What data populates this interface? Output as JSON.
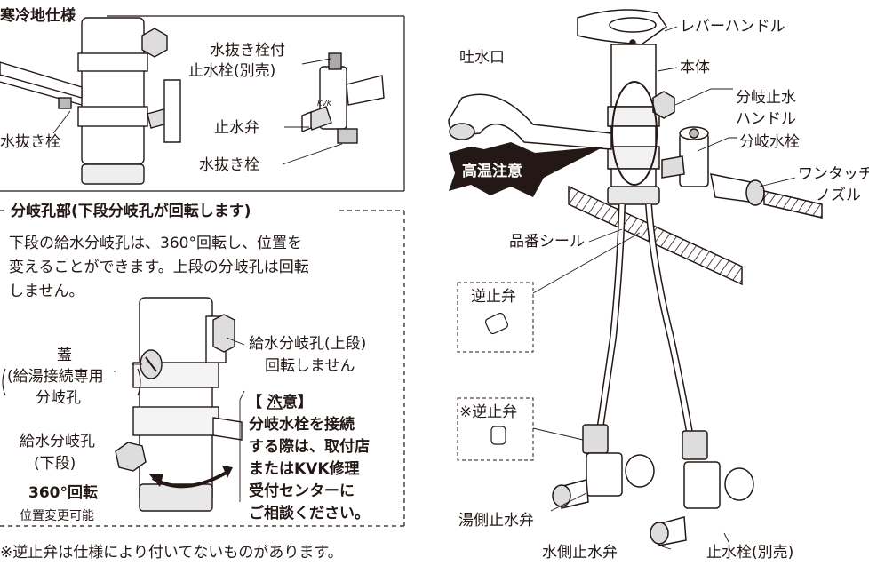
{
  "cold": {
    "title": "寒冷地仕様",
    "label_plug_valve_1": "水抜き栓付",
    "label_plug_valve_2": "止水栓(別売)",
    "label_check_valve": "止水弁",
    "label_drain_right": "水抜き栓",
    "label_drain_left": "水抜き栓",
    "valve_brand": "KVK"
  },
  "branch": {
    "title": "分岐孔部(下段分岐孔が回転します)",
    "desc_1": "下段の給水分岐孔は、360°回転し、位置を",
    "desc_2": "変えることができます。上段の分岐孔は回転",
    "desc_3": "しません。",
    "upper_1": "給水分岐孔(上段)",
    "upper_2": "回転しません",
    "lid_1": "蓋",
    "lid_2": "(給湯接続専用",
    "lid_3": "分岐孔",
    "lower_1": "給水分岐孔",
    "lower_2": "(下段)",
    "rotate": "360°回転",
    "rotate_sub": "位置変更可能",
    "caution_title": "【 注意】",
    "caution_1": "分岐水栓を接続",
    "caution_2": "する際は、取付店",
    "caution_3": "またはKVK修理",
    "caution_4": "受付センターに",
    "caution_5": "ご相談ください。"
  },
  "footnote": "※逆止弁は仕様により付いてないものがあります。",
  "main": {
    "spout": "吐水口",
    "lever": "レバーハンドル",
    "body": "本体",
    "branch_handle_1": "分岐止水",
    "branch_handle_2": "ハンドル",
    "branch_valve": "分岐水栓",
    "one_touch_1": "ワンタッチ",
    "one_touch_2": "ノズル",
    "hot_warning": "高温注意",
    "part_seal": "品番シール",
    "check_valve": "逆止弁",
    "check_valve_note": "※逆止弁",
    "hot_stop": "湯側止水弁",
    "cold_stop": "水側止水弁",
    "stop_valve": "止水栓(別売)"
  }
}
